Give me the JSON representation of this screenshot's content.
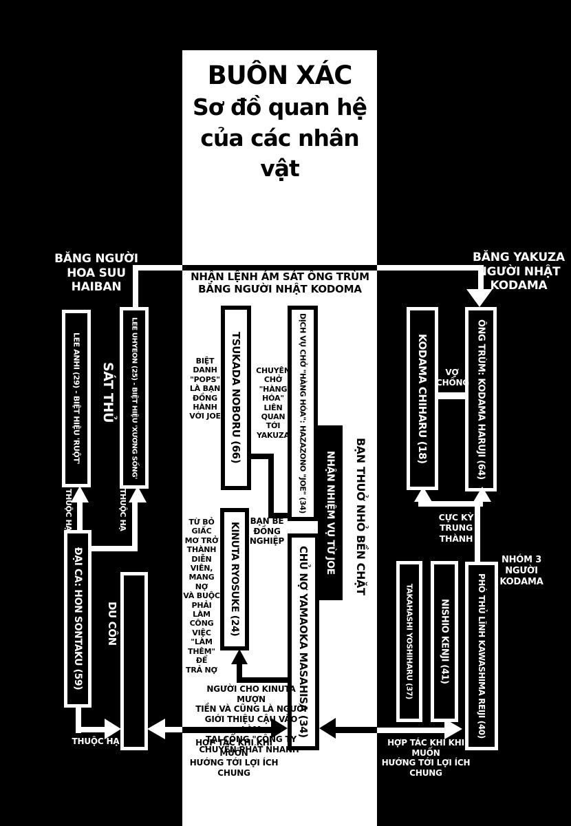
{
  "title": {
    "series": "BUÔN XÁC",
    "subtitle": "Sơ đồ quan hệ\ncủa các nhân\nvật"
  },
  "groups": {
    "left": "BĂNG NGƯỜI\nHOA SUU\nHAIBAN",
    "right": "BĂNG YAKUZA\nNGƯỜI NHẬT\nKODAMA",
    "trio": "NHÓM 3\nNGƯỜI\nKODAMA"
  },
  "boxes": {
    "lee_anhi": "LEE ANHI (29) - BIỆT HIỆU 'RUỘT'",
    "lee_uhyeon": "LEE UHYEON (25) - BIỆT HIỆU 'XƯƠNG SỐNG'",
    "dai_ca": "ĐẠI CA: HON SONTAKU (59)",
    "tsukada": "TSUKADA NOBORU (66)",
    "joe": "DỊCH VỤ CHỞ \"HÀNG HÓA\": HAZAZONO \"JOE\" (34)",
    "kinuta": "KINUTA RYOSUKE (24)",
    "yamaoka": "CHỦ NỢ YAMAOKA MASAHISA (34)",
    "kodama_chiharu": "KODAMA CHIHARU (18)",
    "kodama_haruji": "ÔNG TRÙM: KODAMA HARUJI (64)",
    "takahashi": "TAKAHASHI YOSHIHARU (37)",
    "nishio": "NISHIO KENJI (41)",
    "kawashima": "PHÓ THỦ LĨNH KAWASHIMA REIJI (40)"
  },
  "relations": {
    "order": "NHẬN LỆNH ÁM SÁT ÔNG TRÙM\nBĂNG NGƯỜI NHẬT KODOMA",
    "sat_thu": "SÁT THỦ",
    "thuoc_ha": "THUỘC HẠ",
    "du_con": "DU CÔN",
    "vo_chong": "VỢ\nCHỒNG",
    "cuc_ky_trung_thanh": "CỰC KỲ\nTRUNG\nTHÀNH",
    "pops_note": "BIỆT\nDANH\n\"POPS\"\nLÀ BẠN\nĐỒNG\nHÀNH\nVỚI JOE",
    "chuyen_cho_note": "CHUYÊN\nCHỞ\n\"HÀNG\nHÓA\" LIÊN\nQUAN TỚI\nYAKUZA",
    "ban_be": "BẠN BÈ\nĐỒNG\nNGHIỆP",
    "tu_bo_note": "TỪ BỎ GIẤC\nMƠ TRỞ\nTHÀNH\nDIỄN VIÊN,\nMANG NỢ\nVÀ BUỘC\nPHẢI LÀM\nCÔNG VIỆC\n\"LÀM\nTHÊM\" ĐỂ\nTRẢ NỢ",
    "ban_thuo_nho": "BẠN THUỞ NHỎ BỀN CHẶT",
    "nhan_nhiem": "NHẬN NHIỆM VỤ TỪ JOE",
    "nguoi_cho_note": "NGƯỜI CHO KINUTA MƯỢN\nTIỀN VÀ CŨNG LÀ NGƯỜI\nGIỚI THIỆU CẬU VÀO LÀM\nTẠI CỔNG \"CÔNG TY\nCHUYỂN PHÁT NHANH\"",
    "hop_tac": "HỢP TÁC KHI KHI MUỐN\nHƯỚNG TỚI LỢI ÍCH CHUNG"
  },
  "colors": {
    "background": "#000000",
    "panel": "#ffffff"
  }
}
